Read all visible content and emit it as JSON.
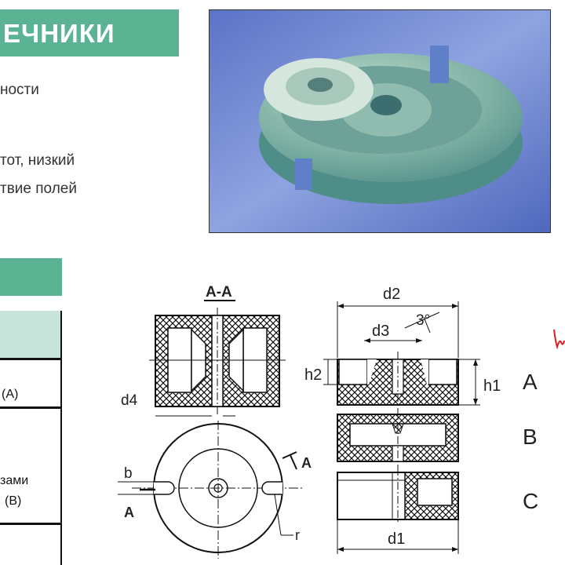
{
  "header": {
    "title": "ЕЧНИКИ"
  },
  "intro": {
    "lines": [
      "ности",
      "тот, низкий",
      "твие полей"
    ]
  },
  "table": {
    "row_a_label": "(A)",
    "row_b_line1": "зами",
    "row_b_line2": "(B)"
  },
  "drawing": {
    "section_label": "A-A",
    "d4": "d4",
    "b": "b",
    "cut_a_left": "A",
    "cut_a_right": "A",
    "r": "r",
    "d2": "d2",
    "d3": "d3",
    "angle": "3°",
    "h1": "h1",
    "h2": "h2",
    "d1": "d1",
    "type_a": "A",
    "type_b": "B",
    "type_c": "C"
  },
  "colors": {
    "accent": "#5bb394",
    "accent_light": "#c8e3d9",
    "hatch": "#111111",
    "annotation": "#e02020"
  }
}
